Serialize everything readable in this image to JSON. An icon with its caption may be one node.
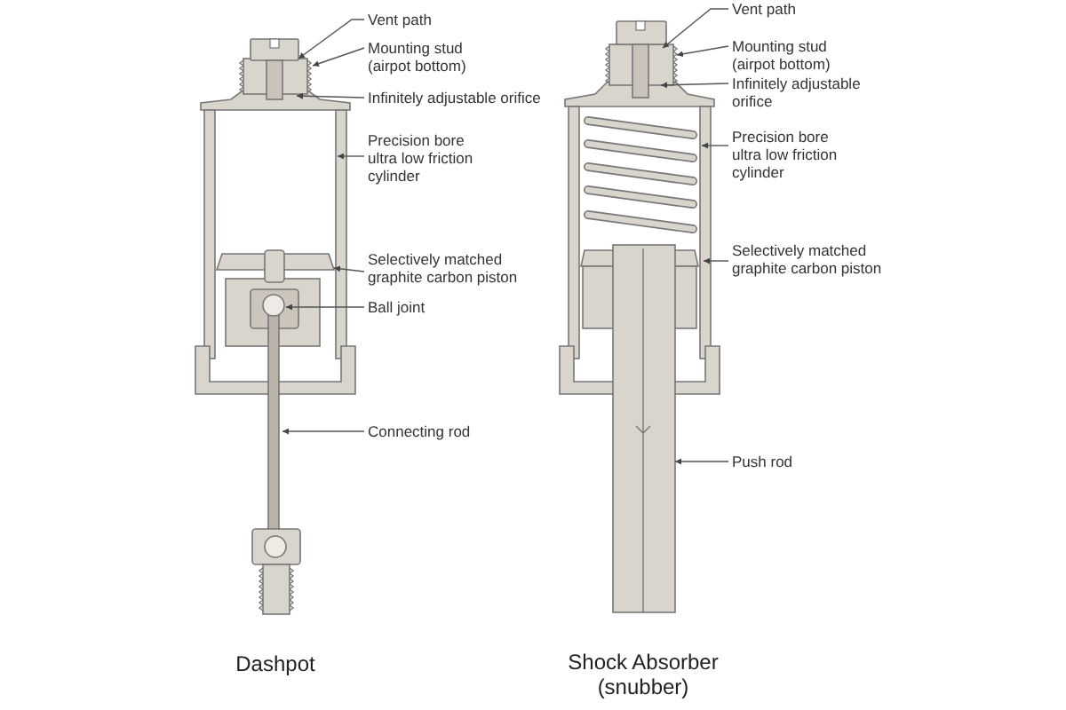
{
  "diagram": {
    "nodes": [
      {
        "text": [
          "Vent path"
        ]
      },
      {
        "text": [
          "Mounting stud (airpot bottom)"
        ]
      },
      {
        "text": [
          "Infinitely adjustable orifice"
        ]
      },
      {
        "text": [
          "Precision bore ultra low friction cylinder"
        ]
      },
      {
        "text": [
          "Selectively matched graphite carbon piston"
        ]
      },
      {
        "text": [
          "Ball joint"
        ]
      },
      {
        "text": [
          "Connecting rod"
        ]
      },
      {
        "text": [
          "Vent path"
        ]
      },
      {
        "text": [
          "Mounting stud (airpot bottom)"
        ]
      },
      {
        "text": [
          "Infinitely adjustable orifice"
        ]
      },
      {
        "text": [
          "Precision bore ultra low friction cylinder"
        ]
      },
      {
        "text": [
          "Selectively matched graphite carbon piston"
        ]
      },
      {
        "text": [
          "Push rod"
        ]
      }
    ],
    "edges": [
      {
        "from": 0,
        "to": null,
        "arrow": "to"
      },
      {
        "from": 1,
        "to": null,
        "arrow": "to"
      },
      {
        "from": 2,
        "to": null,
        "arrow": "to"
      },
      {
        "from": 3,
        "to": null,
        "arrow": "to"
      },
      {
        "from": 4,
        "to": null,
        "arrow": "to"
      },
      {
        "from": 5,
        "to": null,
        "arrow": "to"
      },
      {
        "from": 6,
        "to": null,
        "arrow": "to"
      },
      {
        "from": 7,
        "to": null,
        "arrow": "to"
      },
      {
        "from": 8,
        "to": null,
        "arrow": "to"
      },
      {
        "from": 9,
        "to": null,
        "arrow": "to"
      },
      {
        "from": 10,
        "to": null,
        "arrow": "to"
      },
      {
        "from": 11,
        "to": null,
        "arrow": "to"
      },
      {
        "from": 12,
        "to": null,
        "arrow": "to"
      }
    ],
    "labels": [
      "Dashpot",
      "Shock Absorber (snubber)"
    ]
  }
}
